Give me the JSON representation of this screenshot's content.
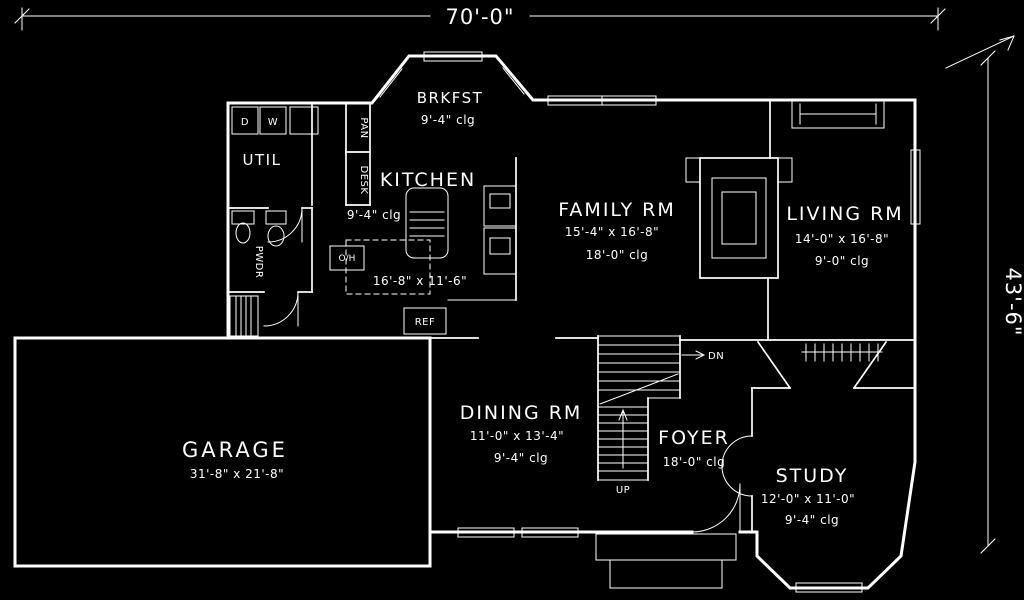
{
  "plan": {
    "dim_width": "70'-0\"",
    "dim_height": "43'-6\"",
    "rooms": {
      "brkfst": {
        "name": "BRKFST",
        "clg": "9'-4\" clg"
      },
      "util": {
        "name": "UTIL"
      },
      "kitchen": {
        "name": "KITCHEN",
        "clg": "9'-4\" clg",
        "size": "16'-8\" x 11'-6\""
      },
      "family": {
        "name": "FAMILY RM",
        "size": "15'-4\" x 16'-8\"",
        "clg": "18'-0\" clg"
      },
      "living": {
        "name": "LIVING RM",
        "size": "14'-0\" x 16'-8\"",
        "clg": "9'-0\" clg"
      },
      "garage": {
        "name": "GARAGE",
        "size": "31'-8\" x 21'-8\""
      },
      "dining": {
        "name": "DINING RM",
        "size": "11'-0\" x 13'-4\"",
        "clg": "9'-4\" clg"
      },
      "foyer": {
        "name": "FOYER",
        "clg": "18'-0\" clg"
      },
      "study": {
        "name": "STUDY",
        "size": "12'-0\" x 11'-0\"",
        "clg": "9'-4\" clg"
      },
      "pwdr": {
        "name": "PWDR"
      }
    },
    "fixtures": {
      "dryer": "D",
      "washer": "W",
      "pantry": "PAN",
      "desk": "DESK",
      "overhead": "O/H",
      "fridge": "REF",
      "down": "DN",
      "up": "UP"
    },
    "colors": {
      "background": "#000000",
      "line": "#ffffff"
    }
  }
}
